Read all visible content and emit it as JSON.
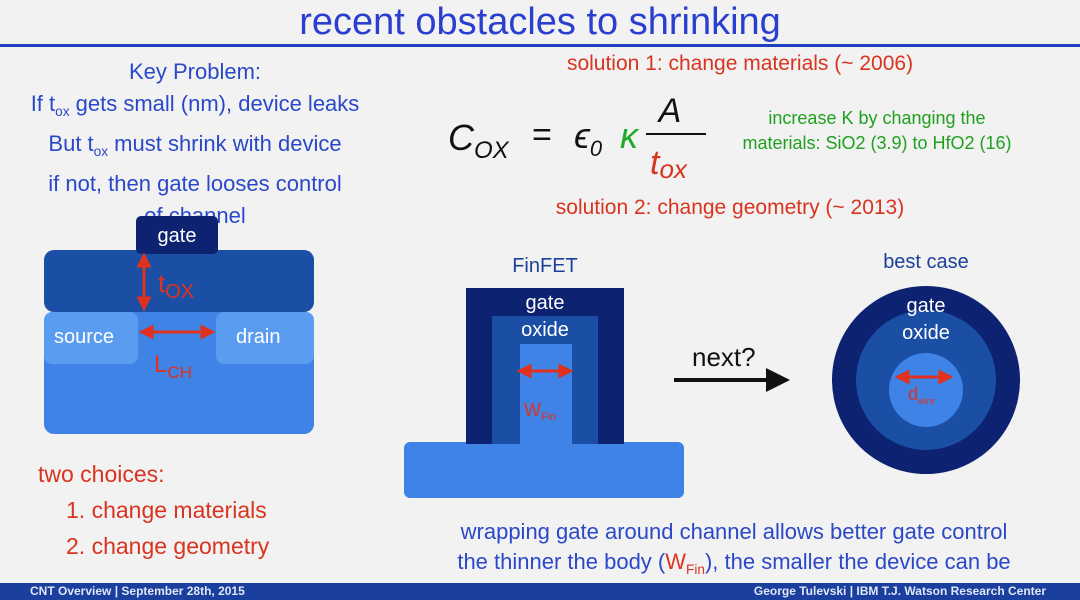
{
  "title": "recent obstacles to shrinking",
  "key_problem": {
    "heading": "Key Problem:",
    "line1_pre": "If t",
    "line1_sub": "ox",
    "line1_post": " gets small (nm), device leaks",
    "line2_pre": "But t",
    "line2_sub": "ox",
    "line2_post": " must shrink with device",
    "line3": "if not, then gate looses control",
    "line4": "of channel"
  },
  "mosfet": {
    "gate": "gate",
    "tox_main": "t",
    "tox_sub": "OX",
    "source": "source",
    "drain": "drain",
    "lch_main": "L",
    "lch_sub": "CH"
  },
  "solution1": "solution 1:  change materials (~ 2006)",
  "solution2": "solution 2:  change geometry (~ 2013)",
  "formula": {
    "lhs": "C",
    "lhs_sub": "OX",
    "equals": "=",
    "eps": "ϵ",
    "eps_sub": "0",
    "kappa": "κ",
    "numerator": "A",
    "den_main": "t",
    "den_sub": "ox"
  },
  "green_note": {
    "line1": "increase K by changing the",
    "line2": "materials:  SiO2 (3.9) to HfO2 (16)"
  },
  "finfet": {
    "label": "FinFET",
    "gate": "gate",
    "oxide": "oxide",
    "w_main": "W",
    "w_sub": "Fin"
  },
  "next_label": "next?",
  "best_case": {
    "label": "best case",
    "gate": "gate",
    "oxide": "oxide",
    "d_main": "d",
    "d_sub": "wire"
  },
  "choices": {
    "heading": "two choices:",
    "item1": "1.  change materials",
    "item2": "2.  change geometry"
  },
  "bottom": {
    "line1": "wrapping gate around channel allows better gate control",
    "line2_pre": "the thinner the body (",
    "line2_main": "W",
    "line2_sub": "Fin",
    "line2_post": "), the smaller the device can be"
  },
  "footer": {
    "left": "CNT Overview | September 28th, 2015",
    "right": "George Tulevski | IBM T.J. Watson Research Center"
  },
  "colors": {
    "title_blue": "#2a3fd0",
    "text_blue": "#2a48c8",
    "red": "#d8341f",
    "green": "#20a020",
    "gate_dark": "#0d2270",
    "oxide_mid": "#1b4fa6",
    "body_light": "#3f83e6",
    "footer_bar": "#1a3f9e"
  }
}
